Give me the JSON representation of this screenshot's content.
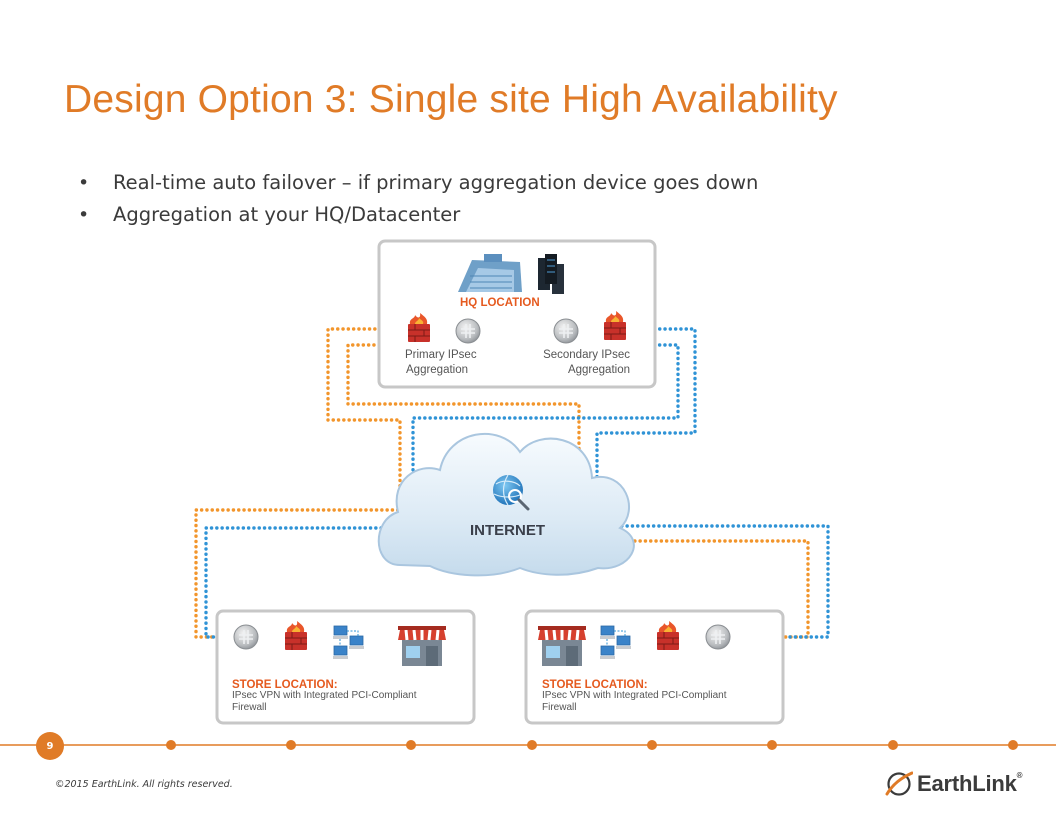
{
  "slide": {
    "title": "Design Option 3: Single site High Availability",
    "bullets": [
      "Real-time auto failover – if primary aggregation device goes down",
      "Aggregation at your HQ/Datacenter"
    ],
    "bullet_glyph": "•"
  },
  "diagram": {
    "hq": {
      "title": "HQ LOCATION",
      "primary_label": [
        "Primary IPsec",
        "Aggregation"
      ],
      "secondary_label": [
        "Secondary IPsec",
        "Aggregation"
      ]
    },
    "internet_label": "INTERNET",
    "stores": [
      {
        "title": "STORE LOCATION:",
        "line1": "IPsec VPN with Integrated PCI-Compliant",
        "line2": "Firewall"
      },
      {
        "title": "STORE LOCATION:",
        "line1": "IPsec VPN with Integrated PCI-Compliant",
        "line2": "Firewall"
      }
    ],
    "colors": {
      "primary_path": "#F2952B",
      "secondary_path": "#2F93D6",
      "accent": "#E55A1F"
    }
  },
  "footer": {
    "page_number": "9",
    "copyright": "©2015 EarthLink. All rights reserved.",
    "logo_text": "EarthLink",
    "logo_mark": "®",
    "accent_color": "#E07B27"
  }
}
